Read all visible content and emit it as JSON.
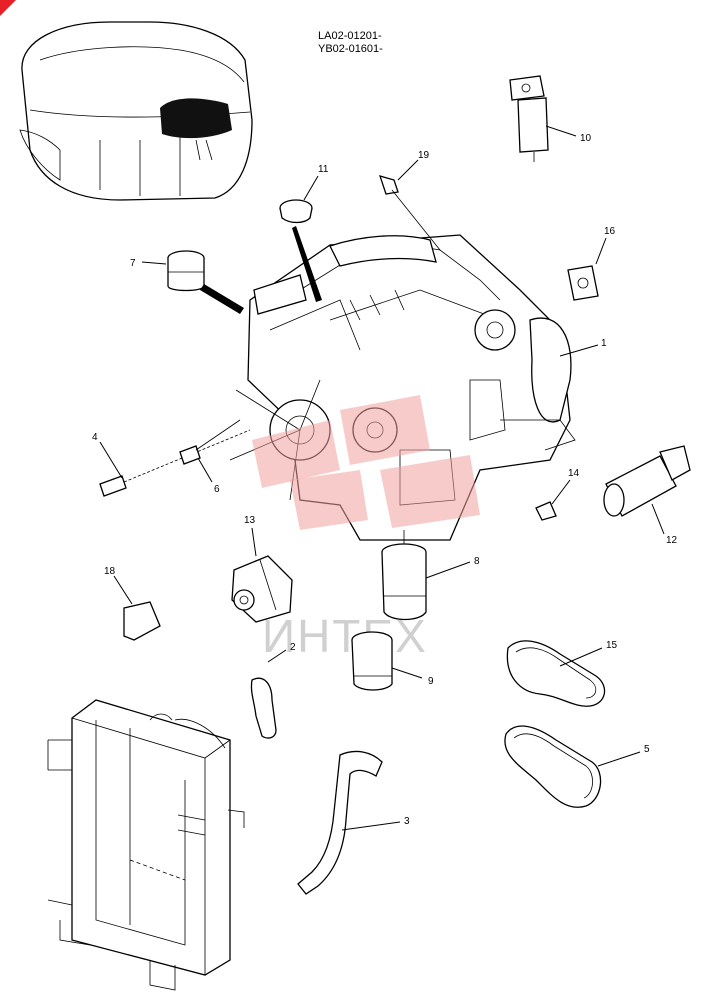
{
  "header": {
    "codes": [
      "LA02-01201-",
      "YB02-01601-"
    ]
  },
  "watermark": {
    "text": "ИНТЕХ",
    "logo_color": "#f08080"
  },
  "accent_color": "#e8202a",
  "callouts": [
    {
      "id": "1",
      "label": "1"
    },
    {
      "id": "2",
      "label": "2"
    },
    {
      "id": "3",
      "label": "3"
    },
    {
      "id": "4",
      "label": "4"
    },
    {
      "id": "5",
      "label": "5"
    },
    {
      "id": "6",
      "label": "6"
    },
    {
      "id": "7",
      "label": "7"
    },
    {
      "id": "8",
      "label": "8"
    },
    {
      "id": "9",
      "label": "9"
    },
    {
      "id": "10",
      "label": "10"
    },
    {
      "id": "11",
      "label": "11"
    },
    {
      "id": "12",
      "label": "12"
    },
    {
      "id": "13",
      "label": "13"
    },
    {
      "id": "14",
      "label": "14"
    },
    {
      "id": "15",
      "label": "15"
    },
    {
      "id": "16",
      "label": "16"
    },
    {
      "id": "18",
      "label": "18"
    },
    {
      "id": "19",
      "label": "19"
    }
  ]
}
